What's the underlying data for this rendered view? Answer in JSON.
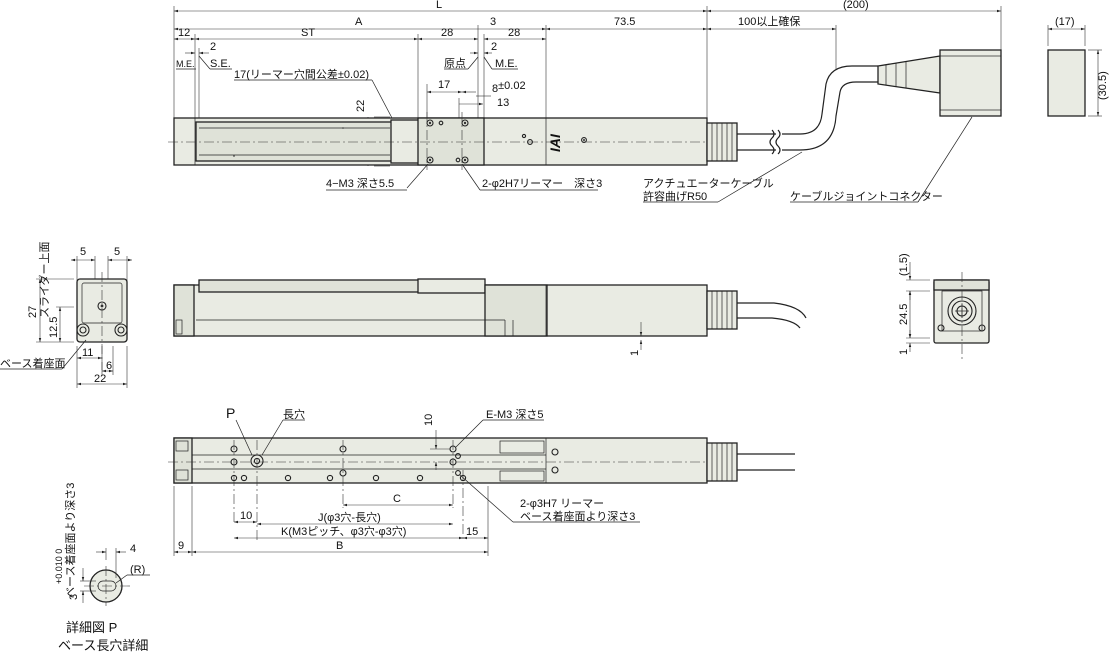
{
  "top": {
    "L": "L",
    "d200": "(200)",
    "d17r": "(17)",
    "d305": "(30.5)",
    "d12": "12",
    "A": "A",
    "d3": "3",
    "d735": "73.5",
    "d100": "100以上確保",
    "ST": "ST",
    "d28a": "28",
    "d28b": "28",
    "d2a": "2",
    "d2b": "2",
    "ME1": "M.E.",
    "SE": "S.E.",
    "genten": "原点",
    "ME2": "M.E.",
    "d17": "17",
    "d17note": "17(リーマー穴間公差±0.02)",
    "d8": "8",
    "d8tol": "±0.02",
    "d13": "13",
    "d22": "22",
    "brand": "IAI",
    "m3": "4−M3 深さ5.5",
    "reamer": "2-φ2H7リーマー　深さ3",
    "cable1": "アクチュエーターケーブル",
    "cable2": "許容曲げR50",
    "connector": "ケーブルジョイントコネクター"
  },
  "left_end": {
    "d5a": "5",
    "d5b": "5",
    "d27": "27",
    "slider_top": "スライダー上面",
    "d125": "12.5",
    "base_face": "ベース着座面",
    "d11": "11",
    "d6": "6",
    "d22": "22"
  },
  "side": {
    "d1": "1"
  },
  "right_end": {
    "d15": "(1.5)",
    "d245": "24.5",
    "d1": "1"
  },
  "bottom": {
    "P": "P",
    "slot": "長穴",
    "d10v": "10",
    "em3": "E-M3 深さ5",
    "C": "C",
    "reamer1": "2-φ3H7 リーマー",
    "reamer2": "ベース着座面より深さ3",
    "d10": "10",
    "J": "J(φ3穴-長穴)",
    "K": "K(M3ピッチ、φ3穴-φ3穴)",
    "d15": "15",
    "d9": "9",
    "B": "B"
  },
  "detail": {
    "depth": "ベース着座面より深さ3",
    "dia": "3",
    "dia_tol": "+0.010\n0",
    "d4": "4",
    "R": "(R)",
    "title1": "詳細図 P",
    "title2": "ベース長穴詳細"
  }
}
